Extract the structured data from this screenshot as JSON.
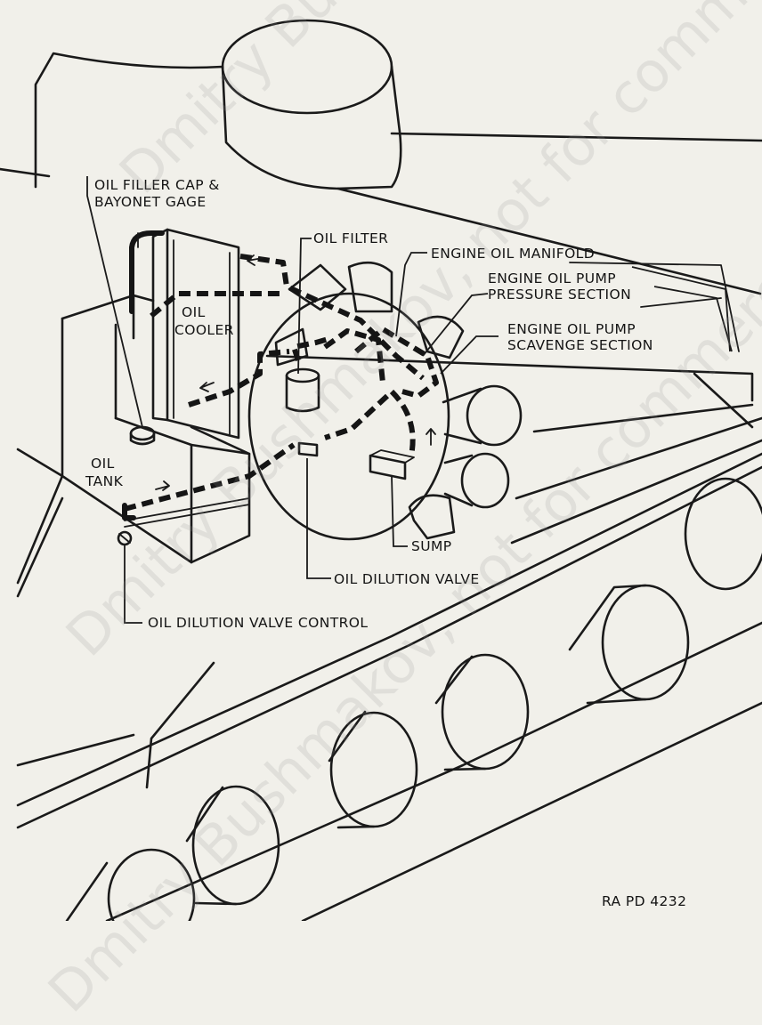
{
  "labels": {
    "oil_filler_cap_line1": "OIL FILLER CAP &",
    "oil_filler_cap_line2": "BAYONET GAGE",
    "oil_filter": "OIL FILTER",
    "engine_oil_manifold": "ENGINE OIL MANIFOLD",
    "pump_pressure_line1": "ENGINE OIL PUMP",
    "pump_pressure_line2": "PRESSURE SECTION",
    "pump_scavenge_line1": "ENGINE OIL PUMP",
    "pump_scavenge_line2": "SCAVENGE SECTION",
    "oil_cooler_line1": "OIL",
    "oil_cooler_line2": "COOLER",
    "oil_tank_line1": "OIL",
    "oil_tank_line2": "TANK",
    "sump": "SUMP",
    "oil_dilution_valve": "OIL DILUTION VALVE",
    "oil_dilution_valve_control": "OIL DILUTION VALVE CONTROL",
    "figure_ref": "RA PD 4232"
  },
  "watermark": {
    "text": "Dmitry Bushmakov, not for commercial use, free for commercial use"
  }
}
